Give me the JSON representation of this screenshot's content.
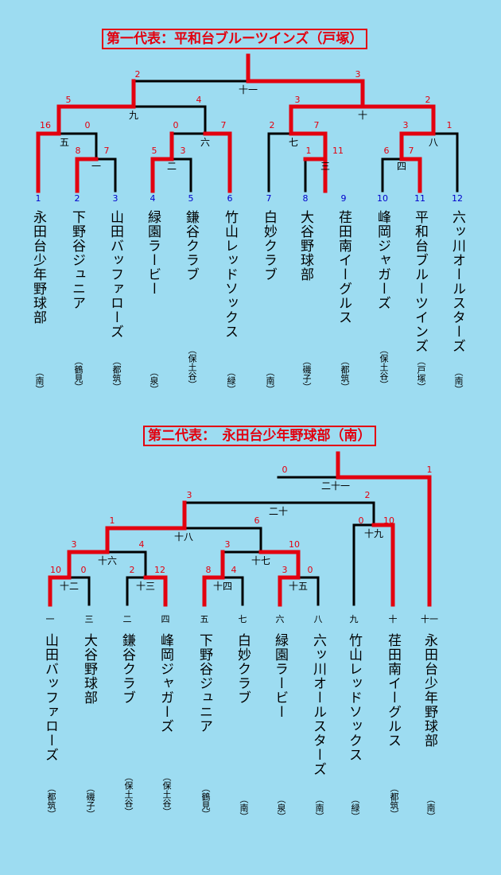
{
  "bracket1": {
    "title": "第一代表：平和台ブルーツインズ（戸塚）",
    "teams": [
      {
        "num": "1",
        "name": "永田台少年野球部",
        "area": "（南）"
      },
      {
        "num": "2",
        "name": "下野谷ジュニア",
        "area": "（鶴見）"
      },
      {
        "num": "3",
        "name": "山田バッファローズ",
        "area": "（都筑）"
      },
      {
        "num": "4",
        "name": "緑園ラービー",
        "area": "（泉）"
      },
      {
        "num": "5",
        "name": "鎌谷クラブ",
        "area": "（保土谷）"
      },
      {
        "num": "6",
        "name": "竹山レッドソックス",
        "area": "（緑）"
      },
      {
        "num": "7",
        "name": "白妙クラブ",
        "area": "（南）"
      },
      {
        "num": "8",
        "name": "大谷野球部",
        "area": "（磯子）"
      },
      {
        "num": "9",
        "name": "荏田南イーグルス",
        "area": "（都筑）"
      },
      {
        "num": "10",
        "name": "峰岡ジャガーズ",
        "area": "（保土谷）"
      },
      {
        "num": "11",
        "name": "平和台ブルーツインズ",
        "area": "（戸塚）"
      },
      {
        "num": "12",
        "name": "六ッ川オールスターズ",
        "area": "（南）"
      }
    ],
    "games": [
      "一",
      "二",
      "三",
      "四",
      "五",
      "六",
      "七",
      "八",
      "九",
      "十",
      "十一"
    ],
    "scores": [
      "16",
      "0",
      "8",
      "7",
      "5",
      "3",
      "0",
      "7",
      "2",
      "7",
      "1",
      "11",
      "6",
      "7",
      "3",
      "1",
      "5",
      "4",
      "2",
      "3",
      "2",
      "3"
    ]
  },
  "bracket2": {
    "title": "第二代表：　永田台少年野球部（南）",
    "teams": [
      {
        "num": "一",
        "name": "山田バッファローズ",
        "area": "（都筑）"
      },
      {
        "num": "三",
        "name": "大谷野球部",
        "area": "（磯子）"
      },
      {
        "num": "二",
        "name": "鎌谷クラブ",
        "area": "（保土谷）"
      },
      {
        "num": "四",
        "name": "峰岡ジャガーズ",
        "area": "（保土谷）"
      },
      {
        "num": "五",
        "name": "下野谷ジュニア",
        "area": "（鶴見）"
      },
      {
        "num": "七",
        "name": "白妙クラブ",
        "area": "（南）"
      },
      {
        "num": "六",
        "name": "緑園ラービー",
        "area": "（泉）"
      },
      {
        "num": "八",
        "name": "六ッ川オールスターズ",
        "area": "（南）"
      },
      {
        "num": "九",
        "name": "竹山レッドソックス",
        "area": "（緑）"
      },
      {
        "num": "十",
        "name": "荏田南イーグルス",
        "area": "（都筑）"
      },
      {
        "num": "十一",
        "name": "永田台少年野球部",
        "area": "（南）"
      }
    ],
    "games": [
      "十二",
      "十三",
      "十四",
      "十五",
      "十六",
      "十七",
      "十八",
      "十九",
      "二十",
      "二十一"
    ],
    "scores": [
      "10",
      "0",
      "2",
      "12",
      "8",
      "4",
      "3",
      "0",
      "3",
      "4",
      "3",
      "10",
      "1",
      "6",
      "0",
      "10",
      "3",
      "2",
      "0",
      "1"
    ]
  },
  "colors": {
    "background": "#9ddcf1",
    "winner_line": "#e3000f",
    "line": "#000000",
    "number": "#0000cc",
    "score": "#e3000f"
  }
}
